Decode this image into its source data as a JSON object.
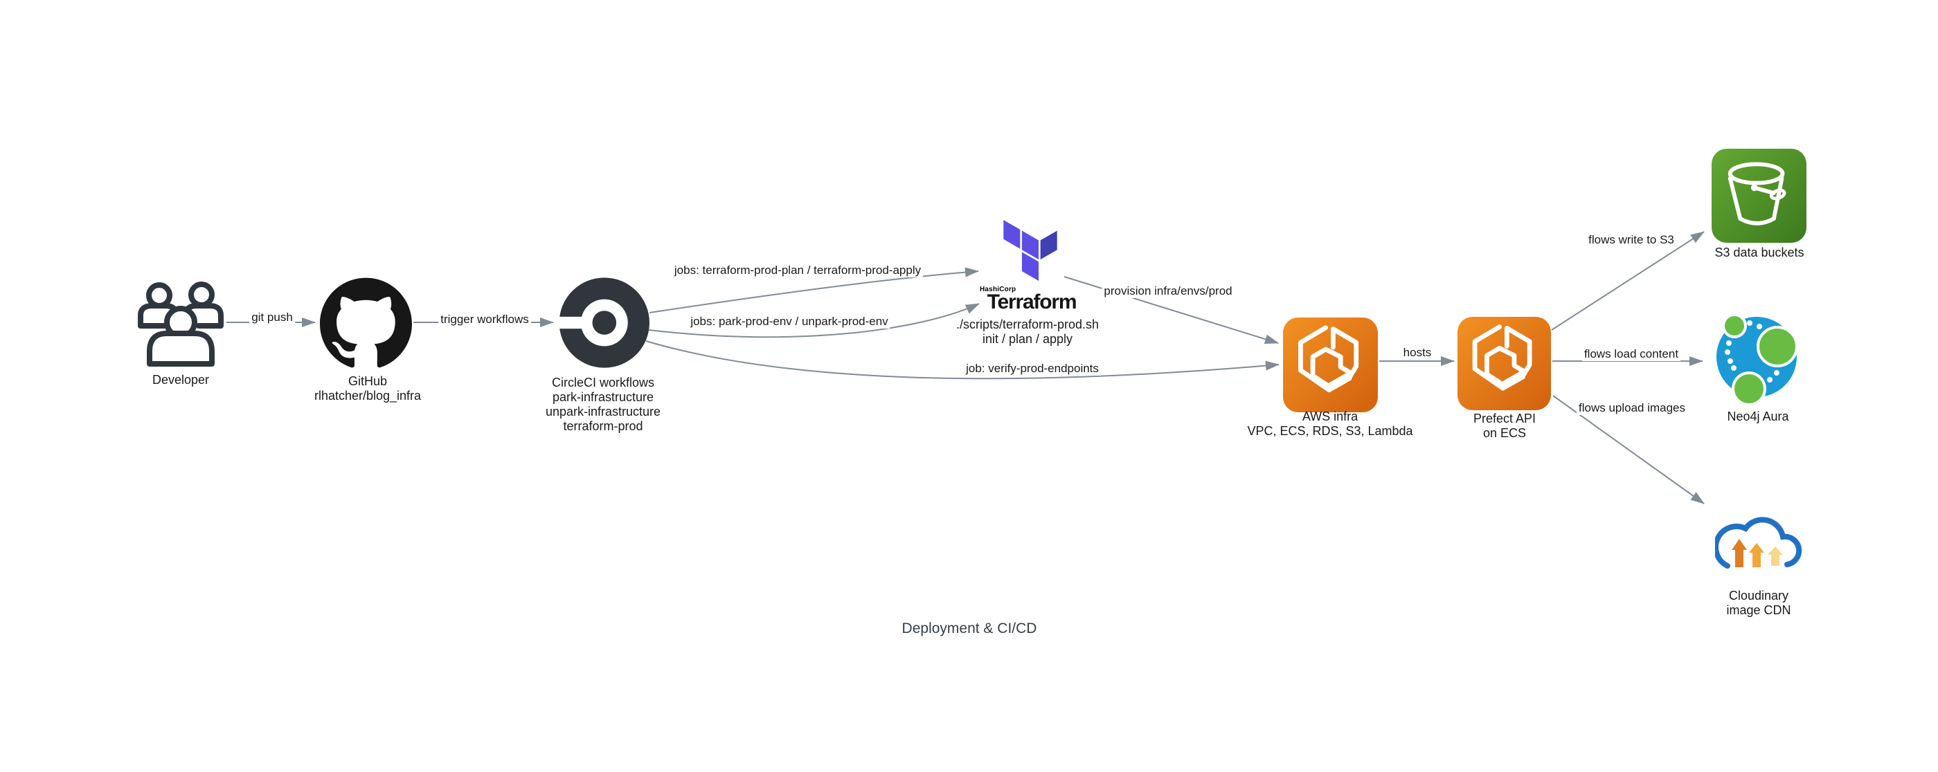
{
  "diagram": {
    "title": "Deployment & CI/CD"
  },
  "nodes": {
    "developer": {
      "label": "Developer"
    },
    "github": {
      "lines": [
        "GitHub",
        "rlhatcher/blog_infra"
      ]
    },
    "circleci": {
      "lines": [
        "CircleCI workflows",
        "park-infrastructure",
        "unpark-infrastructure",
        "terraform-prod"
      ]
    },
    "terraform": {
      "brand": "HashiCorp",
      "wordmark": "Terraform",
      "lines": [
        "./scripts/terraform-prod.sh",
        "init / plan / apply"
      ]
    },
    "aws": {
      "lines": [
        "AWS infra",
        "VPC, ECS, RDS, S3, Lambda"
      ]
    },
    "prefect": {
      "lines": [
        "Prefect API",
        "on ECS"
      ]
    },
    "s3": {
      "label": "S3 data buckets"
    },
    "neo4j": {
      "label": "Neo4j Aura"
    },
    "cloudinary": {
      "lines": [
        "Cloudinary",
        "image CDN"
      ]
    }
  },
  "edges": {
    "dev_github": "git push",
    "github_circleci": "trigger workflows",
    "circleci_terraform_plan": "jobs: terraform-prod-plan / terraform-prod-apply",
    "circleci_terraform_park": "jobs: park-prod-env / unpark-prod-env",
    "circleci_aws_verify": "job: verify-prod-endpoints",
    "terraform_aws": "provision infra/envs/prod",
    "aws_prefect": "hosts",
    "prefect_s3": "flows write to S3",
    "prefect_neo4j": "flows load content",
    "prefect_cloudinary": "flows upload images"
  },
  "colors": {
    "edge": "#808B96",
    "label_text": "#1A1A1A",
    "title_text": "#333E48",
    "developer_ink": "#2F363D",
    "github_ink": "#181717",
    "circleci_ink": "#30363B",
    "terraform_light": "#5C4EE5",
    "terraform_dark": "#4040B2",
    "aws_orange_light": "#F39123",
    "aws_orange_dark": "#D2610E",
    "s3_green_light": "#64A833",
    "s3_green_dark": "#3C7A1E",
    "neo4j_blue": "#1B9AD6",
    "neo4j_green": "#68BC44",
    "cloudinary_blue": "#2071C5",
    "cloudinary_arrow1": "#DE7D26",
    "cloudinary_arrow2": "#F0A63B",
    "cloudinary_arrow3": "#F6D88A"
  }
}
